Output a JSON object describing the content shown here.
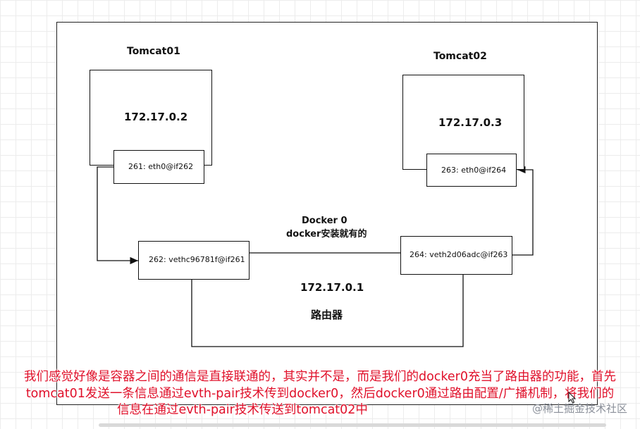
{
  "diagram": {
    "tomcat01": {
      "title": "Tomcat01",
      "ip": "172.17.0.2",
      "iface": "261: eth0@if262"
    },
    "tomcat02": {
      "title": "Tomcat02",
      "ip": "172.17.0.3",
      "iface": "263: eth0@if264"
    },
    "docker0": {
      "title": "Docker 0",
      "subtitle": "docker安装就有的",
      "ip": "172.17.0.1",
      "role": "路由器",
      "veth_left": "262: vethc96781f@if261",
      "veth_right": "264: veth2d06adc@if263"
    }
  },
  "caption": {
    "line1": "我们感觉好像是容器之间的通信是直接联通的，其实并不是，而是我们的docker0充当了路由器的功能，首先",
    "line2": "tomcat01发送一条信息通过evth-pair技术传到docker0，然后docker0通过路由配置/广播机制，将我们的",
    "line3": "信息在通过evth-pair技术传送到tomcat02中"
  },
  "watermark": "@稀土掘金技术社区"
}
